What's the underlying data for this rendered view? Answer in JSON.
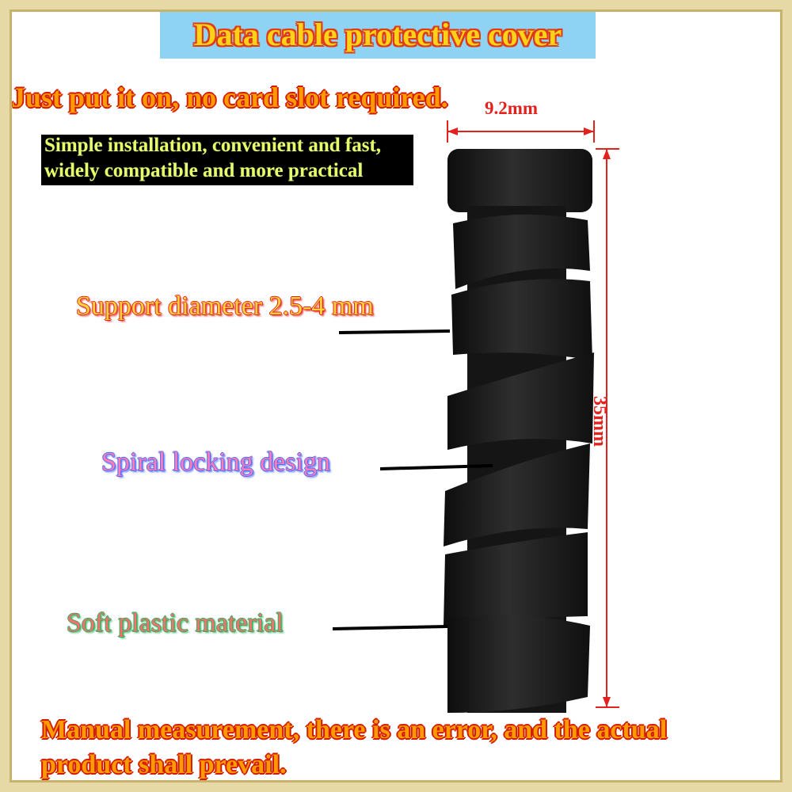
{
  "header": {
    "title": "Data cable protective cover"
  },
  "headline": "Just put it on, no card slot required.",
  "subtitle": {
    "line1": "Simple installation, convenient and fast,",
    "line2": "widely compatible and more practical"
  },
  "dimensions": {
    "width": "9.2mm",
    "height": "35mm"
  },
  "callouts": {
    "diameter": "Support diameter 2.5-4 mm",
    "spiral": "Spiral locking design",
    "material": "Soft plastic material"
  },
  "footer": {
    "line1": "Manual measurement, there is an error, and the actual",
    "line2": "product shall prevail."
  },
  "colors": {
    "frame": "#e7d9a6",
    "title_bar": "#8fd3f4",
    "dimension": "#e3221d",
    "product": "#1c1c1c"
  }
}
